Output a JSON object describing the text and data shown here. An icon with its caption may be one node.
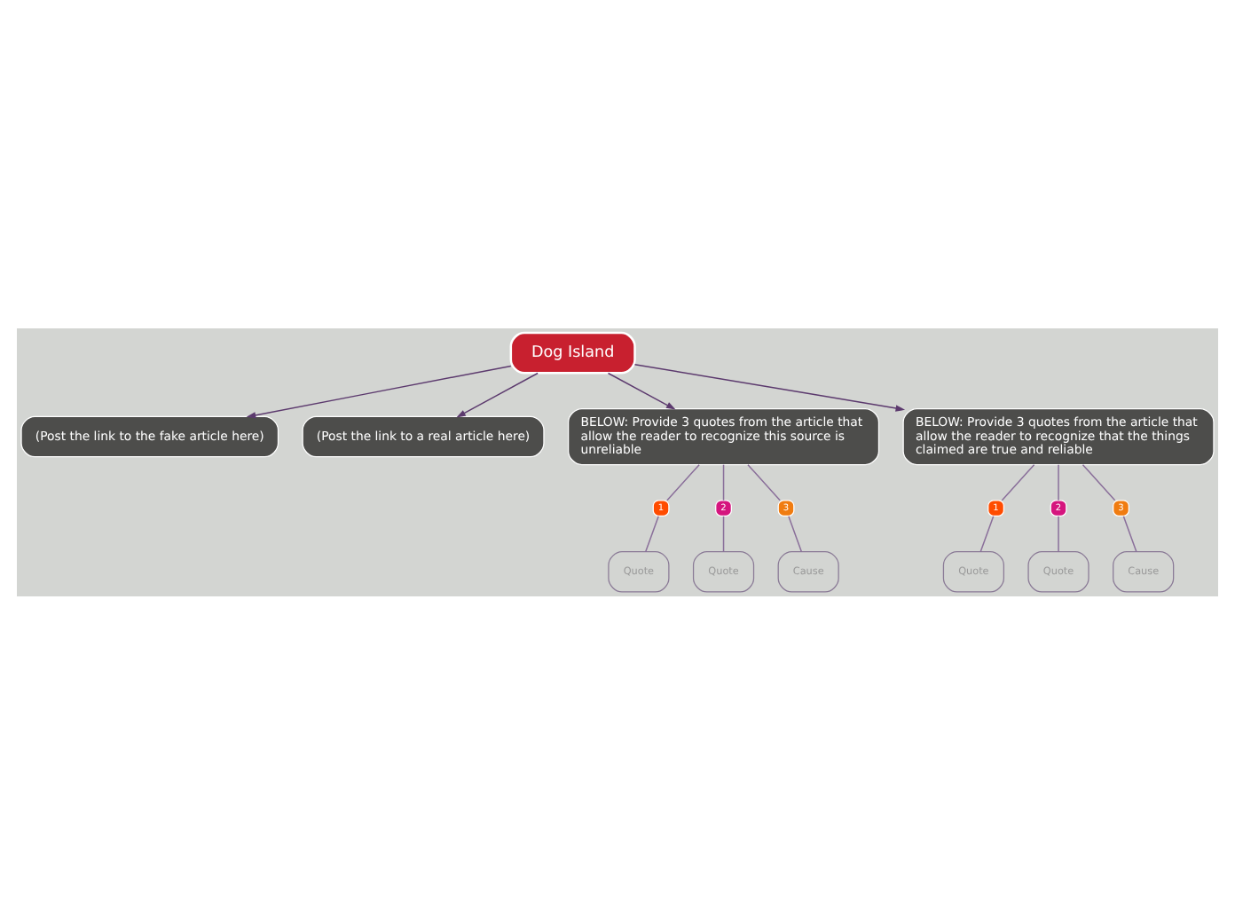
{
  "diagram": {
    "nodes": [
      {
        "text": [
          "Dog Island"
        ]
      },
      {
        "text": [
          "(Post the link to the fake article here)"
        ]
      },
      {
        "text": [
          "(Post the link to a real article here)"
        ]
      },
      {
        "text": [
          "BELOW: Provide 3 quotes from the article that allow the reader to recognize this source is unreliable"
        ]
      },
      {
        "text": [
          "BELOW: Provide 3 quotes from the article that allow the reader to recognize that the things claimed are true and reliable"
        ]
      },
      {
        "text": [
          "1"
        ]
      },
      {
        "text": [
          "2"
        ]
      },
      {
        "text": [
          "3"
        ]
      },
      {
        "text": [
          "Quote"
        ]
      },
      {
        "text": [
          "Quote"
        ]
      },
      {
        "text": [
          "Cause"
        ]
      },
      {
        "text": [
          "1"
        ]
      },
      {
        "text": [
          "2"
        ]
      },
      {
        "text": [
          "3"
        ]
      },
      {
        "text": [
          "Quote"
        ]
      },
      {
        "text": [
          "Quote"
        ]
      },
      {
        "text": [
          "Cause"
        ]
      }
    ],
    "edges": [
      {
        "from": 0,
        "to": 1,
        "arrow": "to",
        "color": "#5c3a6e"
      },
      {
        "from": 0,
        "to": 2,
        "arrow": "to",
        "color": "#5c3a6e"
      },
      {
        "from": 0,
        "to": 3,
        "arrow": "to",
        "color": "#5c3a6e"
      },
      {
        "from": 0,
        "to": 4,
        "arrow": "to",
        "color": "#5c3a6e"
      },
      {
        "from": 3,
        "to": 5,
        "arrow": "none"
      },
      {
        "from": 3,
        "to": 6,
        "arrow": "none"
      },
      {
        "from": 3,
        "to": 7,
        "arrow": "none"
      },
      {
        "from": 5,
        "to": 8,
        "arrow": "none"
      },
      {
        "from": 6,
        "to": 9,
        "arrow": "none"
      },
      {
        "from": 7,
        "to": 10,
        "arrow": "none"
      },
      {
        "from": 4,
        "to": 11,
        "arrow": "none"
      },
      {
        "from": 4,
        "to": 12,
        "arrow": "none"
      },
      {
        "from": 4,
        "to": 13,
        "arrow": "none"
      },
      {
        "from": 11,
        "to": 14,
        "arrow": "none"
      },
      {
        "from": 12,
        "to": 15,
        "arrow": "none"
      },
      {
        "from": 13,
        "to": 16,
        "arrow": "none"
      }
    ]
  }
}
